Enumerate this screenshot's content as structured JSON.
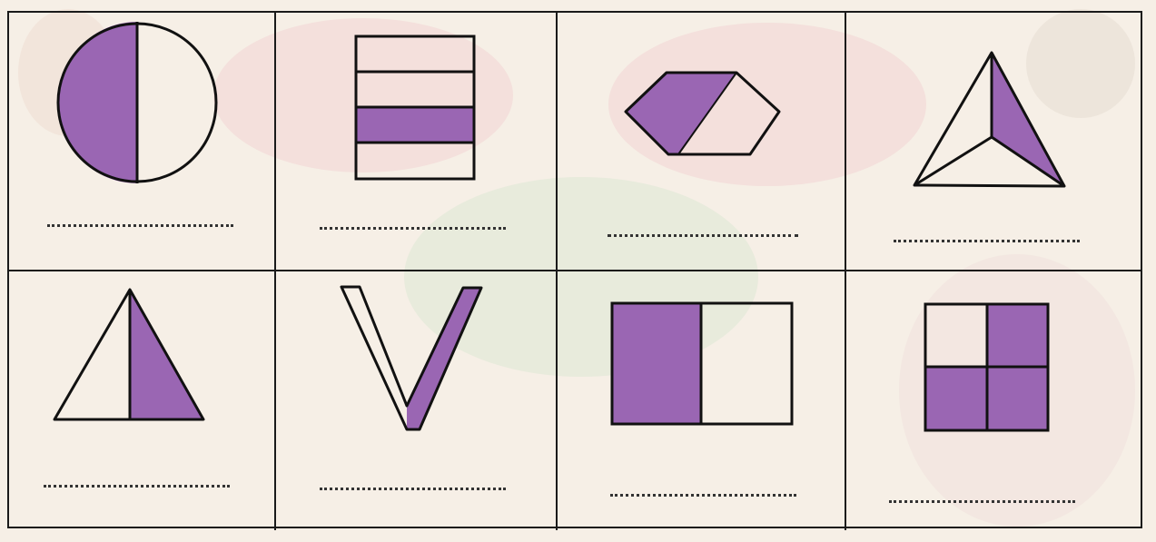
{
  "worksheet": {
    "colors": {
      "shaded": "#9a66b3",
      "outline": "#111111",
      "paper": "#f6efe6"
    },
    "figures": [
      {
        "name": "circle-half-shaded",
        "shape": "circle",
        "parts": 2,
        "shaded_parts": 1,
        "answer": ""
      },
      {
        "name": "rectangle-quarter-shaded",
        "shape": "rectangle",
        "parts": 4,
        "shaded_parts": 1,
        "answer": ""
      },
      {
        "name": "hexagon-half-shaded",
        "shape": "hexagon",
        "parts": 2,
        "shaded_parts": 1,
        "answer": ""
      },
      {
        "name": "triangle-third-shaded",
        "shape": "triangle",
        "parts": 3,
        "shaded_parts": 1,
        "answer": ""
      },
      {
        "name": "triangle-half-shaded",
        "shape": "triangle",
        "parts": 2,
        "shaded_parts": 1,
        "answer": ""
      },
      {
        "name": "v-shape-half-shaded",
        "shape": "v-shape",
        "parts": 2,
        "shaded_parts": 1,
        "answer": ""
      },
      {
        "name": "rectangle-half-shaded",
        "shape": "rectangle",
        "parts": 2,
        "shaded_parts": 1,
        "answer": ""
      },
      {
        "name": "square-three-quarters-shaded",
        "shape": "square",
        "parts": 4,
        "shaded_parts": 3,
        "answer": ""
      }
    ]
  }
}
